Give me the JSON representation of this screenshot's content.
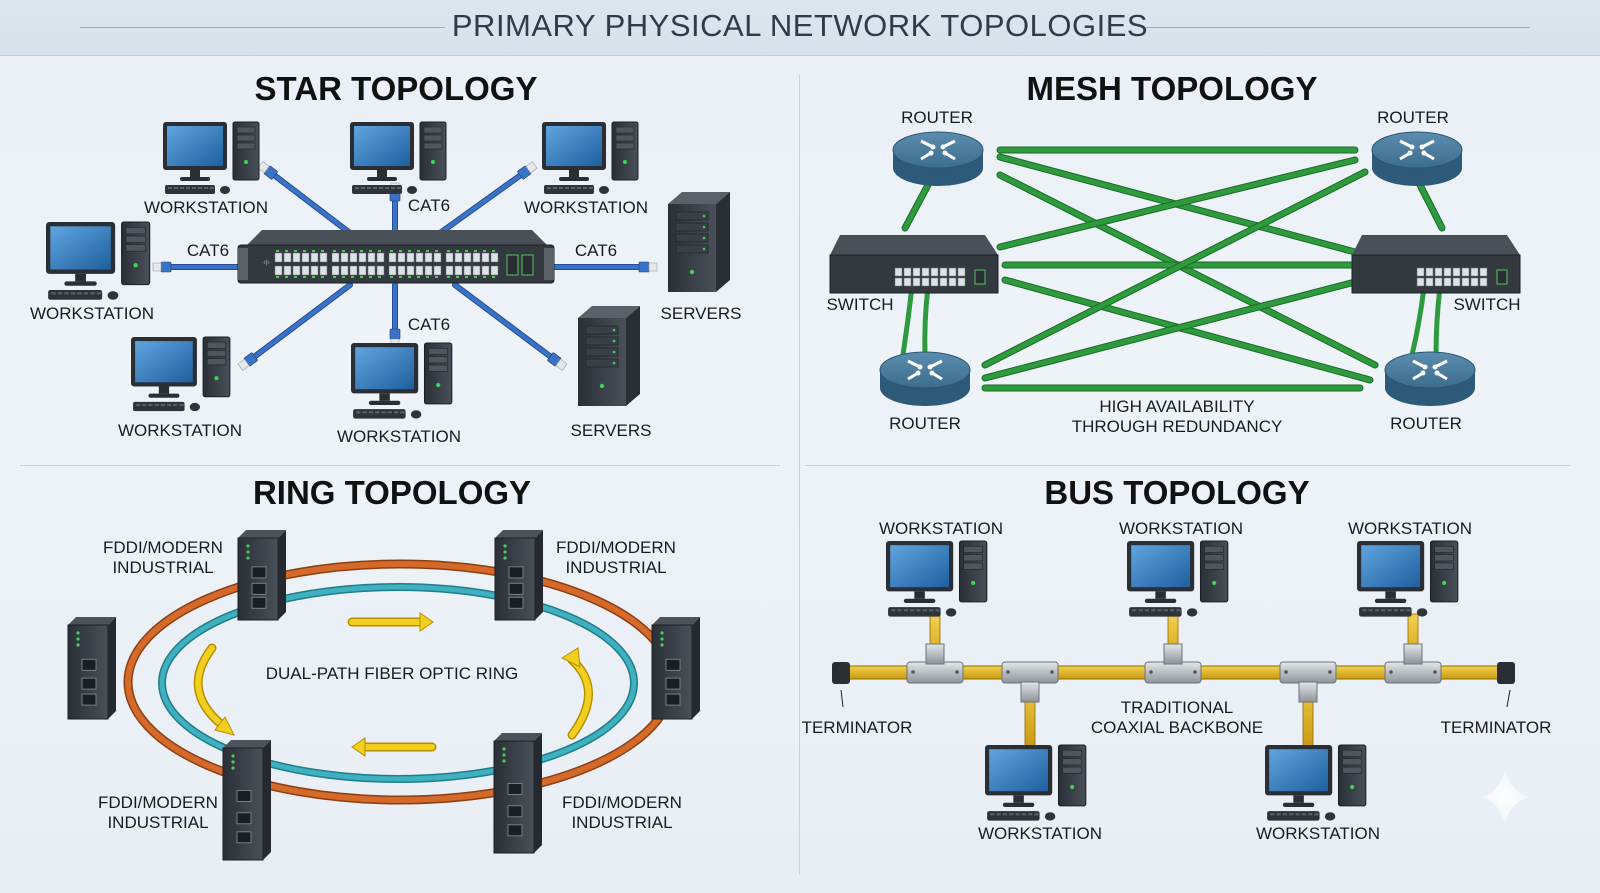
{
  "page": {
    "title": "PRIMARY PHYSICAL NETWORK TOPOLOGIES"
  },
  "colors": {
    "cat6_cable": "#3a72c8",
    "mesh_cable": "#2e9a3e",
    "ring_outer": "#d4692a",
    "ring_inner": "#3eb0bf",
    "ring_arrow": "#f2cf1f",
    "bus_coax": "#e2b423",
    "device_dark": "#3b4149",
    "router_blue": "#3b6e8f",
    "screen_blue": "#2f7fc4"
  },
  "star": {
    "title": "STAR TOPOLOGY",
    "hub": "48-port switch",
    "nodes": [
      {
        "type": "workstation",
        "label": "WORKSTATION",
        "position": "top-left"
      },
      {
        "type": "workstation",
        "label": "",
        "position": "top-center"
      },
      {
        "type": "workstation",
        "label": "WORKSTATION",
        "position": "top-right"
      },
      {
        "type": "workstation",
        "label": "WORKSTATION",
        "position": "left"
      },
      {
        "type": "workstation",
        "label": "WORKSTATION",
        "position": "bottom-left"
      },
      {
        "type": "workstation",
        "label": "WORKSTATION",
        "position": "bottom-center"
      },
      {
        "type": "server",
        "label": "SERVERS",
        "position": "right"
      },
      {
        "type": "server",
        "label": "SERVERS",
        "position": "bottom-right"
      }
    ],
    "cable_labels": [
      "CAT6",
      "CAT6",
      "CAT6",
      "CAT6"
    ]
  },
  "mesh": {
    "title": "MESH TOPOLOGY",
    "routers": [
      "ROUTER",
      "ROUTER",
      "ROUTER",
      "ROUTER"
    ],
    "switches": [
      "SWITCH",
      "SWITCH"
    ],
    "caption_line1": "HIGH AVAILABILITY",
    "caption_line2": "THROUGH REDUNDANCY"
  },
  "ring": {
    "title": "RING TOPOLOGY",
    "node_label_line1": "FDDI/MODERN",
    "node_label_line2": "INDUSTRIAL",
    "node_count": 6,
    "caption": "DUAL-PATH FIBER OPTIC RING"
  },
  "bus": {
    "title": "BUS TOPOLOGY",
    "top_workstations": [
      "WORKSTATION",
      "WORKSTATION",
      "WORKSTATION"
    ],
    "bottom_workstations": [
      "WORKSTATION",
      "WORKSTATION"
    ],
    "terminator_left": "TERMINATOR",
    "terminator_right": "TERMINATOR",
    "caption_line1": "TRADITIONAL",
    "caption_line2": "COAXIAL BACKBONE"
  }
}
